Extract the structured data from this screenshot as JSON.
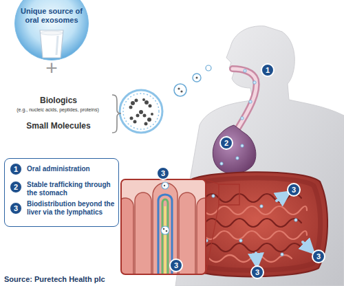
{
  "diagram": {
    "caption": "Source: Puretech Health plc",
    "nodes": [
      {
        "text": [
          "Unique source of oral exosomes"
        ]
      },
      {
        "text": [
          "1"
        ]
      },
      {
        "text": [
          "2"
        ]
      },
      {
        "text": [
          "Oral administration",
          "Stable trafficking through the stomach",
          "Biodistribution beyond the liver via the lymphatics"
        ]
      },
      {
        "text": [
          "1"
        ],
        "in": 3
      },
      {
        "text": [
          "2"
        ],
        "in": 3
      },
      {
        "text": [
          "3"
        ],
        "in": 3
      },
      {
        "text": [
          "3"
        ]
      },
      {
        "text": [
          "3"
        ]
      },
      {
        "text": [
          "3"
        ]
      },
      {
        "text": [
          "3"
        ]
      },
      {
        "text": [
          "3"
        ]
      }
    ],
    "labels": [
      "+",
      "Biologics",
      "(e.g., nucleic acids, peptides, proteins)",
      "Small Molecules"
    ]
  }
}
